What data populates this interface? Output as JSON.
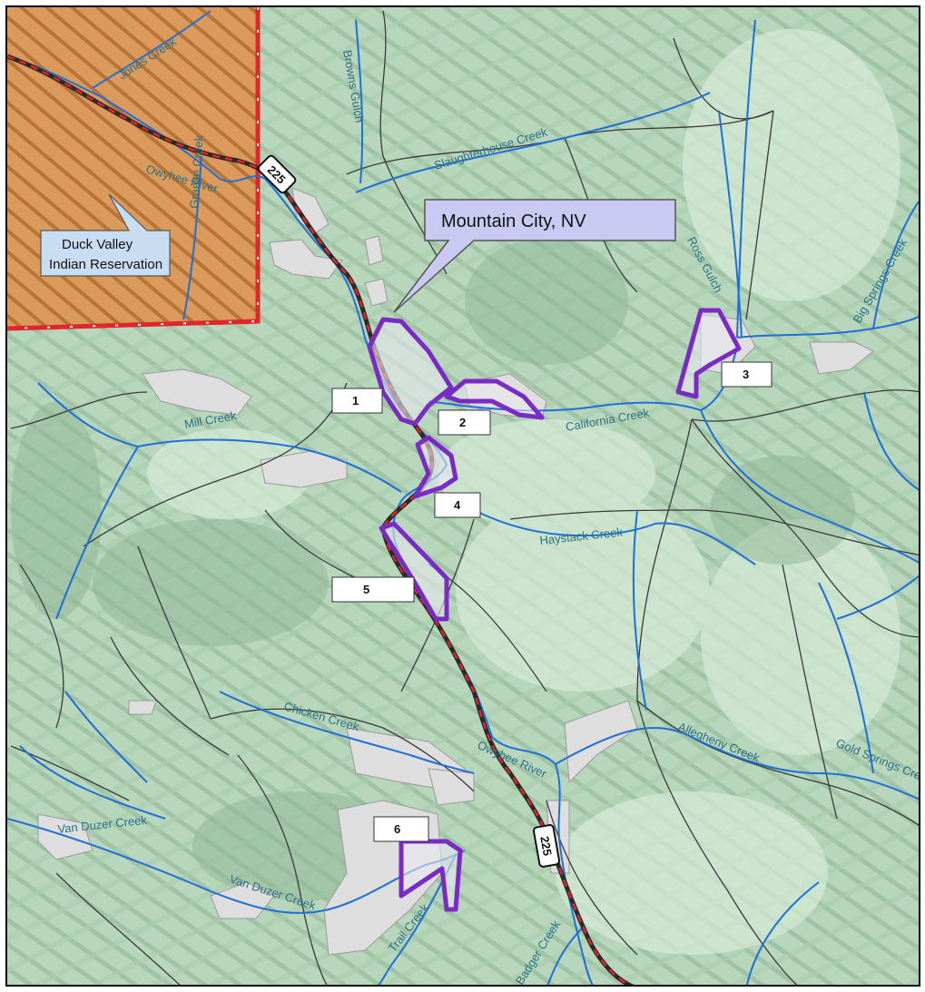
{
  "callout": {
    "label": "Mountain City, NV"
  },
  "reservation": {
    "line1": "Duck Valley",
    "line2": "Indian Reservation"
  },
  "highway": {
    "number": "225"
  },
  "site_labels": [
    "1",
    "2",
    "3",
    "4",
    "5",
    "6"
  ],
  "streams": {
    "jones_creek": "Jones Creek",
    "browns_gulch": "Browns Gulch",
    "slaughterhouse_creek": "Slaughterhouse Creek",
    "owyhee_river_north": "Owyhee River",
    "granite_creek": "Granite Creek",
    "ross_gulch": "Ross Gulch",
    "big_springs_creek": "Big Springs Creek",
    "mill_creek": "Mill Creek",
    "california_creek": "California Creek",
    "haystack_creek": "Haystack Creek",
    "chicken_creek": "Chicken Creek",
    "owyhee_river_south": "Owyhee River",
    "allegheny_creek": "Allegheny Creek",
    "gold_springs_creek": "Gold Springs Cree",
    "van_duzer_creek_west": "Van Duzer Creek",
    "van_duzer_creek": "Van Duzer Creek",
    "trail_creek": "Trail Creek",
    "badger_creek": "Badger Creek"
  },
  "colors": {
    "terrain": "#b9d8bd",
    "reservation": "#d99a5b",
    "stream": "#1f6fd8",
    "road": "#3a3a3a",
    "boundary": "#e0252b",
    "site_outline": "#7a2bc4",
    "private_land": "#dcdcdc",
    "callout_fill": "#c9c9f2"
  }
}
